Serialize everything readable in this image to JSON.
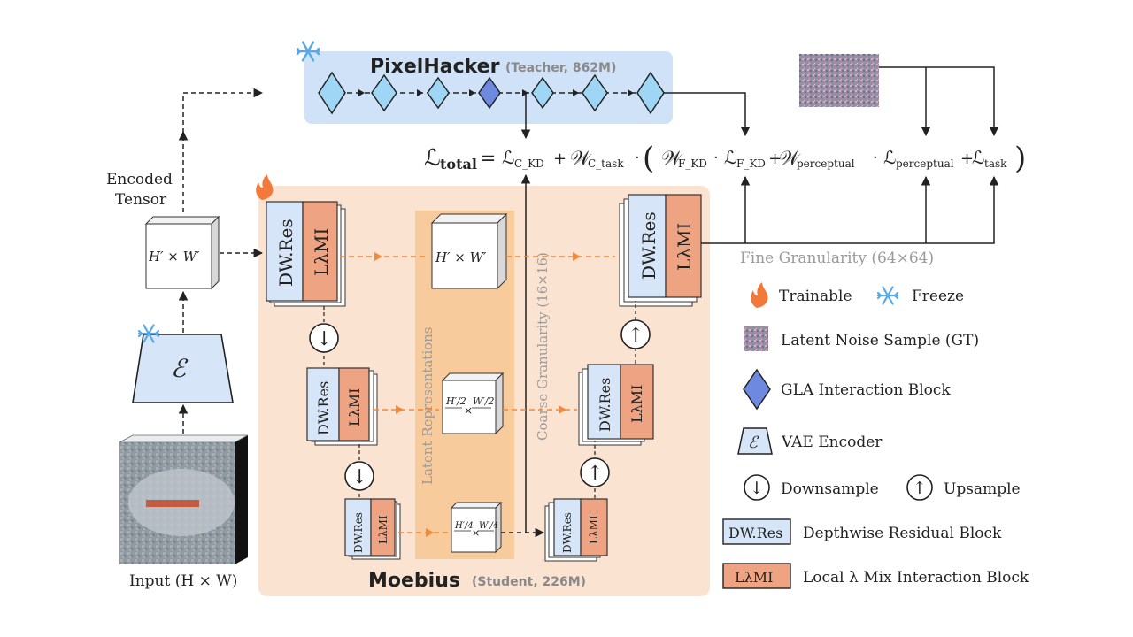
{
  "teacher": {
    "name": "PixelHacker",
    "detail": "(Teacher, 862M)"
  },
  "student": {
    "name": "Moebius",
    "detail": "(Student, 226M)"
  },
  "input_label": "Input (H × W)",
  "encoded_tensor": {
    "line1": "Encoded",
    "line2": "Tensor"
  },
  "encoder_symbol": "ℰ",
  "tensor_labels": {
    "full": "H′ × W′",
    "half_a": "H′/2",
    "half_b": "W′/2",
    "quarter_a": "H′/4",
    "quarter_b": "W′/4",
    "times": "×"
  },
  "block_labels": {
    "dwres": "DW.Res",
    "lami": "LλMI"
  },
  "latent_label": "Latent Representations",
  "coarse_label": "Coarse Granularity (16×16)",
  "fine_label": "Fine Granularity (64×64)",
  "loss": {
    "L": "ℒ",
    "W": "𝒲",
    "total_sub": "total",
    "ckd_sub": "C_KD",
    "ctask_sub": "C_task",
    "fkd_sub": "F_KD",
    "perc_sub": "perceptual",
    "task_sub": "task",
    "eq": "=",
    "plus": "+",
    "dot": "·",
    "lparen": "(",
    "rparen": ")"
  },
  "legend": {
    "trainable": "Trainable",
    "freeze": "Freeze",
    "noise": "Latent Noise Sample (GT)",
    "gla": "GLA Interaction Block",
    "vae": "VAE Encoder",
    "downsample": "Downsample",
    "upsample": "Upsample",
    "dwres_desc": "Depthwise Residual Block",
    "lami_desc": "Local λ Mix Interaction Block"
  },
  "arrows": {
    "down": "↓",
    "up": "↑"
  },
  "colors": {
    "teacher_bg": "#cfe2f7",
    "student_bg": "#fbe3d2",
    "latent_band": "#f7c793",
    "dwres": "#d6e6f8",
    "lami": "#eea482",
    "diamond_light": "#9fd6f5",
    "diamond_dark": "#6e89e0",
    "orange_arrow": "#f08a3c",
    "flame": "#f2793a",
    "snow": "#5aa9e6"
  }
}
